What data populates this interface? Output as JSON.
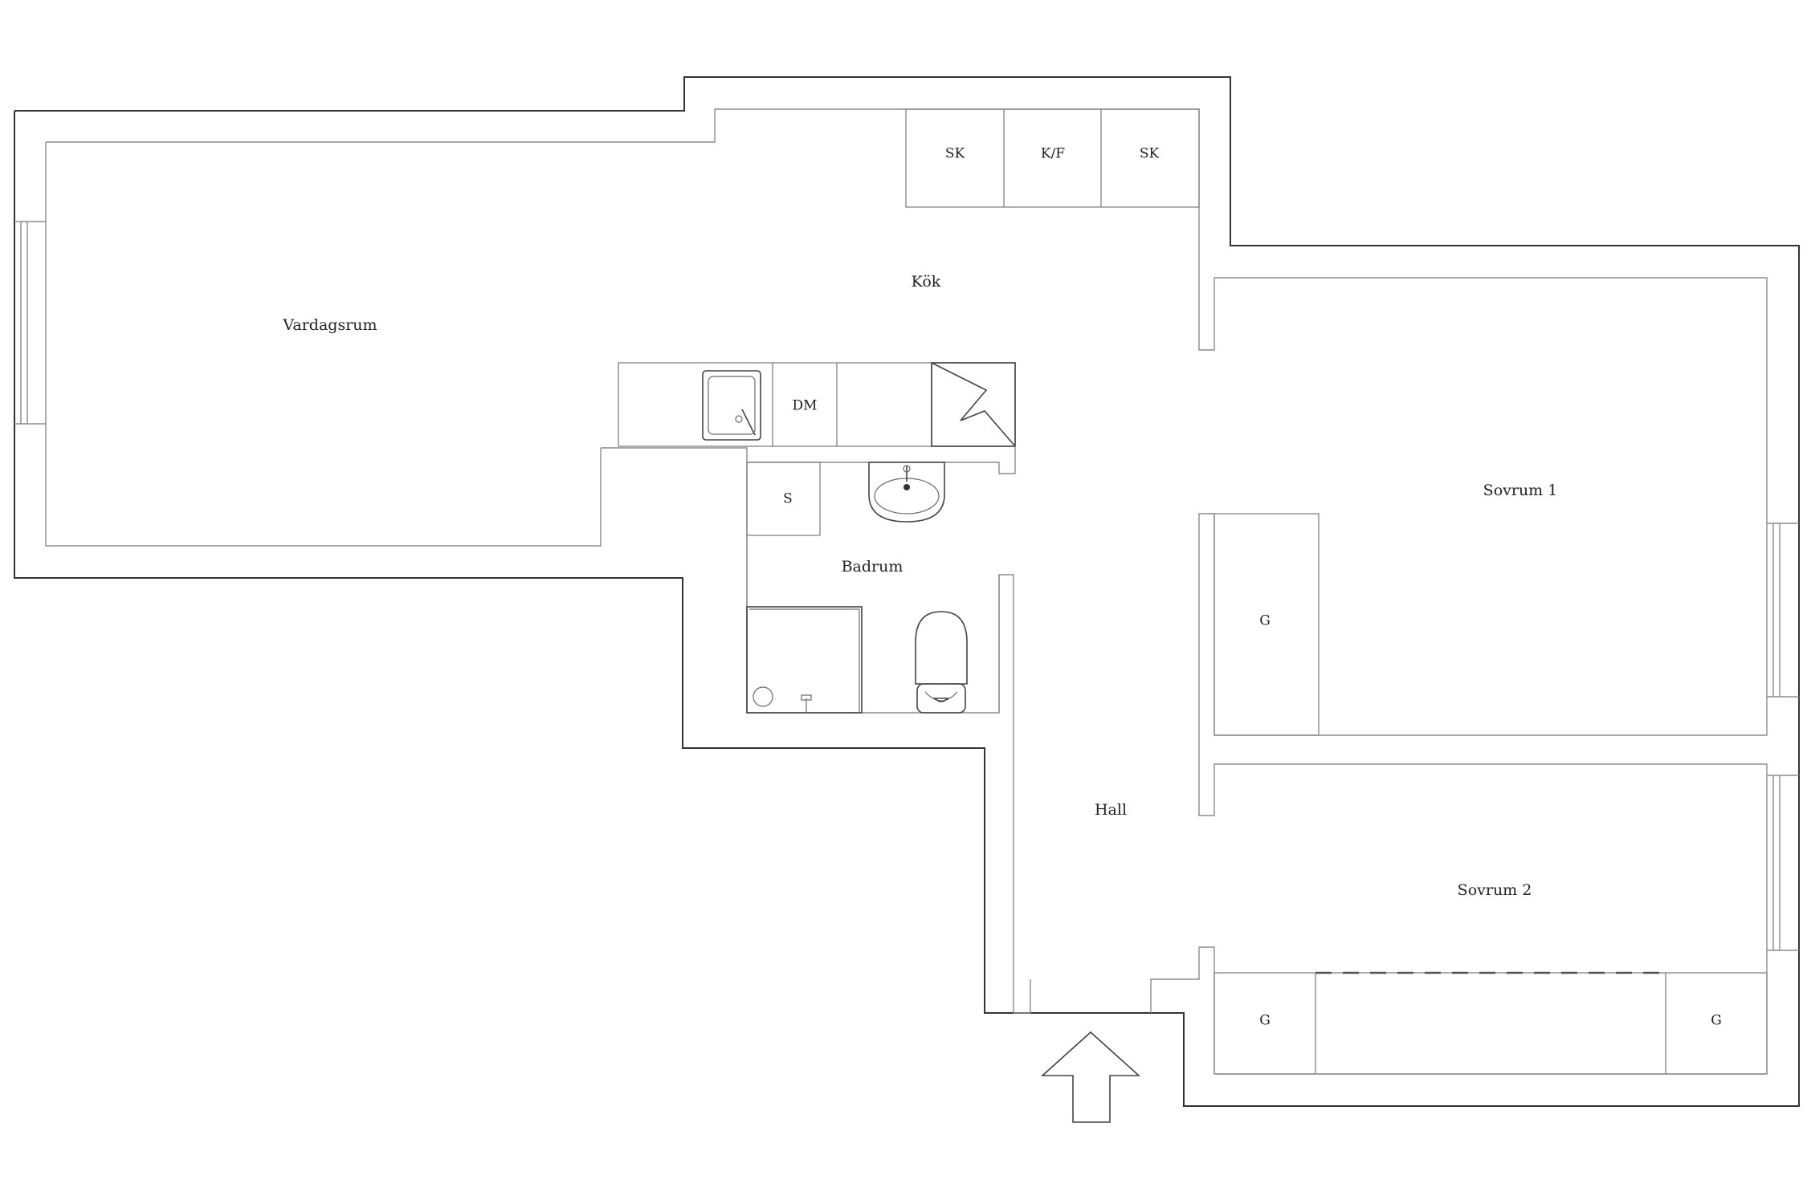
{
  "rooms": {
    "vardagsrum": "Vardagsrum",
    "kok": "Kök",
    "badrum": "Badrum",
    "hall": "Hall",
    "sovrum1": "Sovrum 1",
    "sovrum2": "Sovrum 2"
  },
  "fixtures": {
    "sk_left": "SK",
    "kf": "K/F",
    "sk_right": "SK",
    "dm": "DM",
    "s": "S",
    "g_sovrum1": "G",
    "g_sovrum2_left": "G",
    "g_sovrum2_right": "G"
  },
  "colors": {
    "wall": "#333333",
    "line": "#8c8c8c",
    "background": "#ffffff"
  }
}
